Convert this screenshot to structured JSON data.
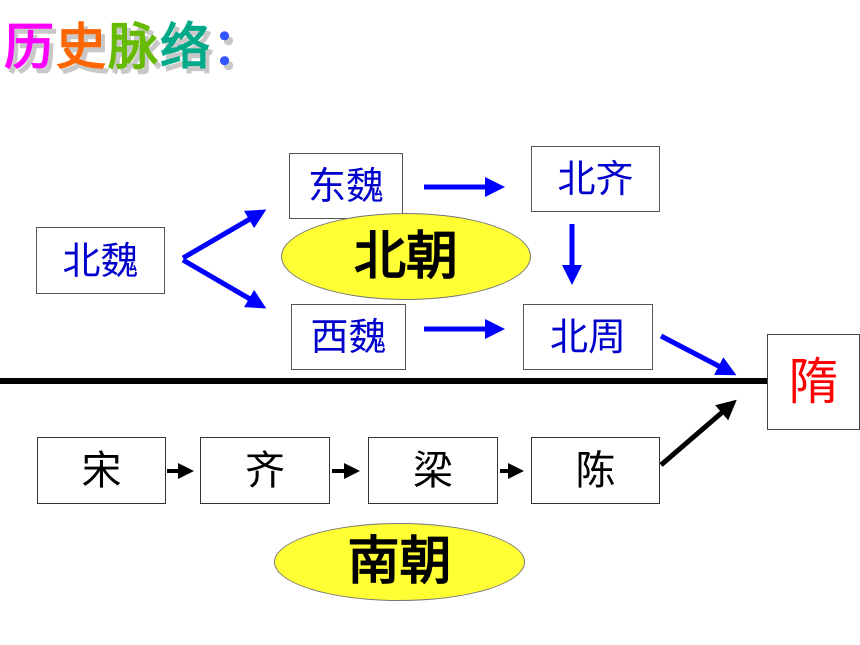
{
  "title_chars": [
    {
      "char": "历",
      "color": "#ff00ff"
    },
    {
      "char": "史",
      "color": "#ff6600"
    },
    {
      "char": "脉",
      "color": "#66bb00"
    },
    {
      "char": "络",
      "color": "#00aa88"
    },
    {
      "char": "：",
      "color": "#3355ff"
    }
  ],
  "north": {
    "beiwei": "北魏",
    "dongwei": "东魏",
    "xiwei": "西魏",
    "beiqi": "北齐",
    "beizhou": "北周",
    "label": "北朝"
  },
  "south": {
    "song": "宋",
    "qi": "齐",
    "liang": "梁",
    "chen": "陈",
    "label": "南朝"
  },
  "sui": "隋",
  "colors": {
    "north_text": "#0000cc",
    "north_arrow": "#0000ff",
    "south_arrow": "#000000",
    "sui_text": "#ff0000",
    "ellipse_fill": "#ffff33"
  }
}
